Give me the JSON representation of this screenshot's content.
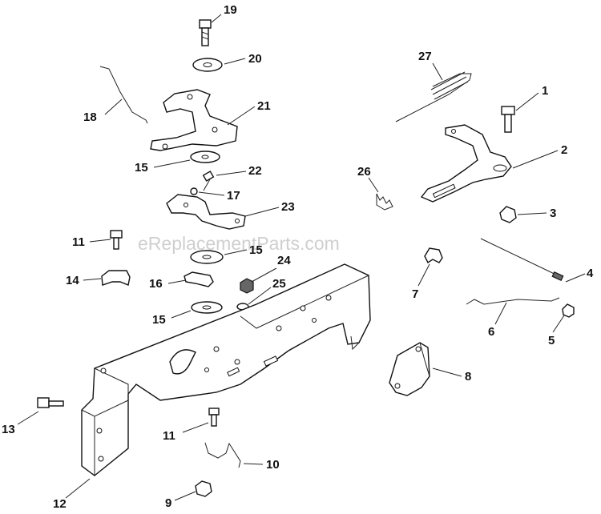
{
  "watermark": "eReplacementParts.com",
  "callouts": [
    {
      "id": "19",
      "label": "19"
    },
    {
      "id": "20",
      "label": "20"
    },
    {
      "id": "21",
      "label": "21"
    },
    {
      "id": "18",
      "label": "18"
    },
    {
      "id": "15a",
      "label": "15"
    },
    {
      "id": "22",
      "label": "22"
    },
    {
      "id": "17",
      "label": "17"
    },
    {
      "id": "23",
      "label": "23"
    },
    {
      "id": "11a",
      "label": "11"
    },
    {
      "id": "15b",
      "label": "15"
    },
    {
      "id": "24",
      "label": "24"
    },
    {
      "id": "14",
      "label": "14"
    },
    {
      "id": "16",
      "label": "16"
    },
    {
      "id": "25",
      "label": "25"
    },
    {
      "id": "15c",
      "label": "15"
    },
    {
      "id": "27",
      "label": "27"
    },
    {
      "id": "1",
      "label": "1"
    },
    {
      "id": "2",
      "label": "2"
    },
    {
      "id": "26",
      "label": "26"
    },
    {
      "id": "3",
      "label": "3"
    },
    {
      "id": "4",
      "label": "4"
    },
    {
      "id": "7",
      "label": "7"
    },
    {
      "id": "6",
      "label": "6"
    },
    {
      "id": "5",
      "label": "5"
    },
    {
      "id": "8",
      "label": "8"
    },
    {
      "id": "13",
      "label": "13"
    },
    {
      "id": "11b",
      "label": "11"
    },
    {
      "id": "10",
      "label": "10"
    },
    {
      "id": "12",
      "label": "12"
    },
    {
      "id": "9",
      "label": "9"
    }
  ]
}
